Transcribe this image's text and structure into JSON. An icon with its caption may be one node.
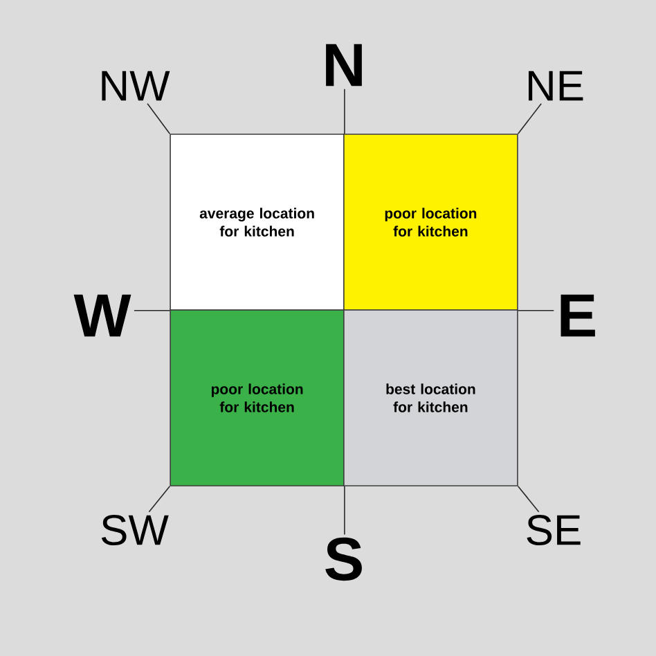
{
  "diagram": {
    "nodes": [
      {
        "text": [
          "average location for kitchen"
        ]
      },
      {
        "text": [
          "poor location for kitchen"
        ]
      },
      {
        "text": [
          "poor location for kitchen"
        ]
      },
      {
        "text": [
          "best location for kitchen"
        ]
      },
      {
        "text": [
          "NW"
        ]
      },
      {
        "text": [
          "N"
        ]
      },
      {
        "text": [
          "NE"
        ]
      },
      {
        "text": [
          "W"
        ]
      },
      {
        "text": [
          "E"
        ]
      },
      {
        "text": [
          "SW"
        ]
      },
      {
        "text": [
          "S"
        ]
      },
      {
        "text": [
          "SE"
        ]
      }
    ],
    "edges": [
      {
        "from": 4,
        "to": 0,
        "arrow": "none"
      },
      {
        "from": 5,
        "to": 0,
        "arrow": "none"
      },
      {
        "from": 6,
        "to": 1,
        "arrow": "none"
      },
      {
        "from": 7,
        "to": 0,
        "arrow": "none"
      },
      {
        "from": 8,
        "to": 1,
        "arrow": "none"
      },
      {
        "from": 9,
        "to": 2,
        "arrow": "none"
      },
      {
        "from": 10,
        "to": 2,
        "arrow": "none"
      },
      {
        "from": 11,
        "to": 3,
        "arrow": "none"
      }
    ]
  }
}
